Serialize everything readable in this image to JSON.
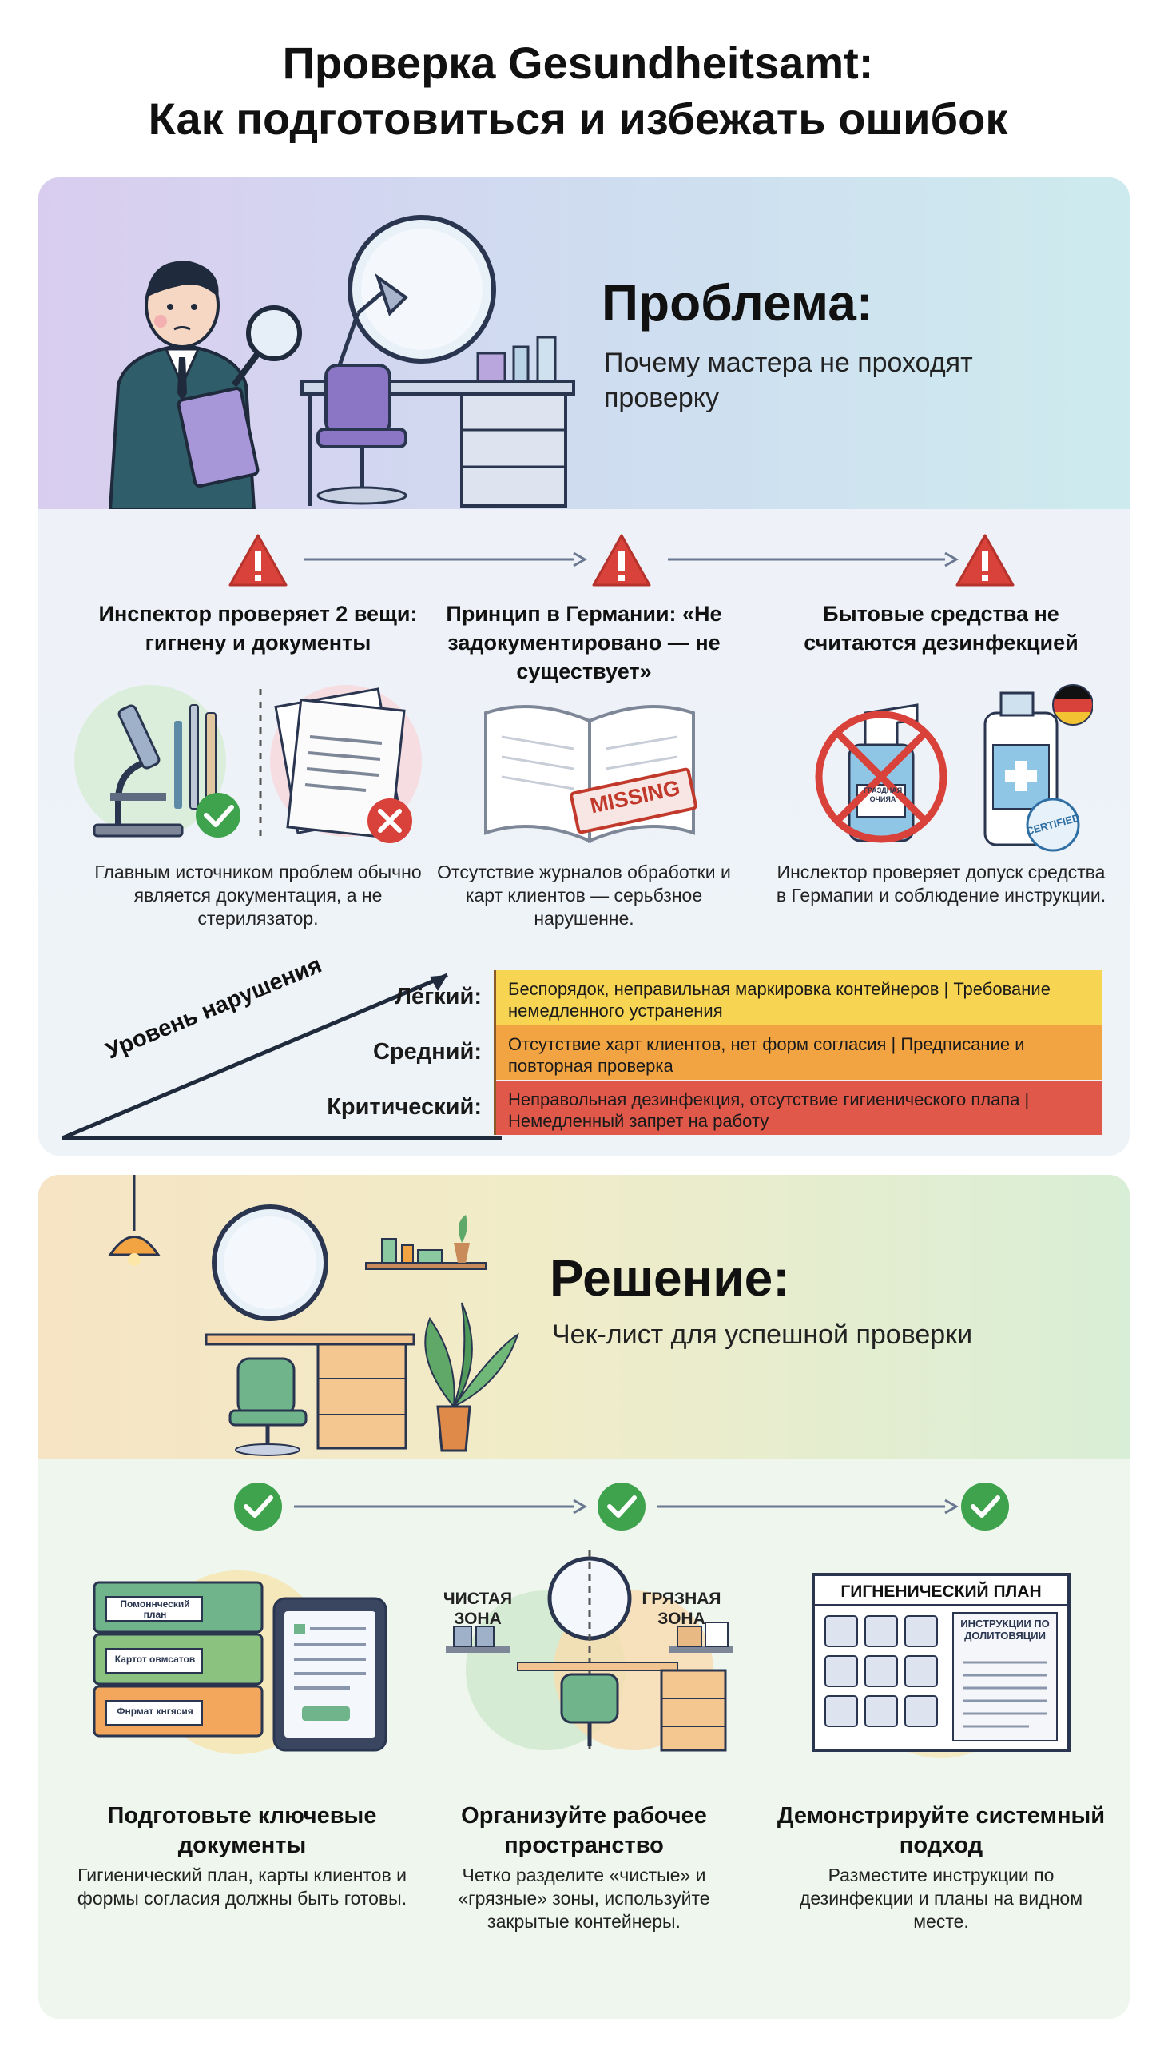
{
  "header": {
    "title_line1": "Проверка Gesundheitsamt:",
    "title_line2": "Как подготовиться и избежать ошибок"
  },
  "colors": {
    "warning_red": "#d9423a",
    "check_green": "#3fa24d",
    "severity_light": "#f7d451",
    "severity_medium": "#f2a443",
    "severity_critical": "#e0584a"
  },
  "problem": {
    "title": "Проблема:",
    "subtitle": "Почему мастера не проходят проверку",
    "icons": [
      "inspector-illustration",
      "warning-icon",
      "arrow-right-icon",
      "microscope-icon",
      "documents-icon",
      "open-book-icon",
      "spray-bottle-icon",
      "disinfectant-bottle-icon",
      "german-flag-icon"
    ],
    "columns": [
      {
        "title": "Инспектор проверяет 2 вещи: гигнену и документы",
        "description": "Главным источником проблем обычно является документация, а не стерилязатор."
      },
      {
        "title": "Принцип в Германии: «Не задокументировано — не существует»",
        "description": "Отсутствие журналов обработки и карт клиентов — серьбзное нарушенне."
      },
      {
        "title": "Бытовые средства не считаются дезинфекцией",
        "description": "Инслектор проверяет допуск средства в Гермапии и соблюдение инструкции."
      }
    ],
    "stamp": "MISSING",
    "bottle_label": "CERTIFIED",
    "spray_label": "ГРАЗДНАЯ ОЧИЯА",
    "severity": {
      "axis_label": "Уровень нарушения",
      "levels": [
        {
          "label": "Лёгкий:",
          "text": "Беспорядок, неправильная маркировка контейнеров | Требование немедленного устранения"
        },
        {
          "label": "Средний:",
          "text": "Отсутствие харт клиентов, нет форм согласия | Предписание и повторная проверка"
        },
        {
          "label": "Критический:",
          "text": "Неправольная дезинфекция, отсутствие гигиенического плапа | Немедленный запрет на работу"
        }
      ]
    }
  },
  "solution": {
    "title": "Решение:",
    "subtitle": "Чек-лист для успешной проверки",
    "icons": [
      "salon-illustration",
      "check-icon",
      "arrow-right-icon",
      "binders-icon",
      "tablet-icon",
      "workstation-icon",
      "hygiene-plan-icon"
    ],
    "folder_labels": [
      "Помоннческий план",
      "Картот овмсатов",
      "Фнрмат кнгясия"
    ],
    "clean_zone": "ЧИСТАЯ ЗОНА",
    "dirty_zone": "ГРЯЗНАЯ ЗОНА",
    "hygiene_plan_title": "ГИГНЕНИЧЕСКИЙ ПЛАН",
    "hygiene_plan_sub": "ИНСТРУКЦИИ ПО ДОЛИТОВЯЦИИ",
    "columns": [
      {
        "title": "Подготовьте ключевые документы",
        "description": "Гигиенический план, карты клиентов и формы согласия должны быть готовы."
      },
      {
        "title": "Организуйте рабочее пространство",
        "description": "Четко разделите «чистые» и «грязные» зоны, используйте закрытые контейнеры."
      },
      {
        "title": "Демонстрируйте системный подход",
        "description": "Разместите инструкции по дезинфекции и планы на видном месте."
      }
    ]
  }
}
